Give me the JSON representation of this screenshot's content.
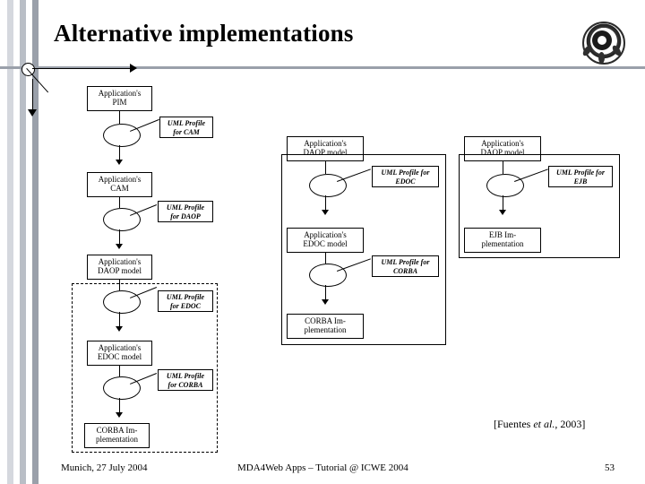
{
  "slide": {
    "title": "Alternative implementations",
    "citation_prefix": "[Fuentes ",
    "citation_italic": "et al.",
    "citation_suffix": ", 2003]",
    "logo_name": "university-seal-logo"
  },
  "footer": {
    "left": "Munich, 27 July 2004",
    "center": "MDA4Web Apps – Tutorial @ ICWE 2004",
    "page": "53"
  },
  "chain_left": {
    "nodes": [
      {
        "label": "Application's\nPIM",
        "profile": "UML Profile\nfor CAM"
      },
      {
        "label": "Application's\nCAM",
        "profile": "UML Profile\nfor DAOP"
      },
      {
        "label": "Application's\nDAOP model",
        "profile": "UML Profile\nfor EDOC"
      },
      {
        "label": "Application's\nEDOC model",
        "profile": "UML Profile\nfor CORBA"
      },
      {
        "label": "CORBA Im-\nplementation",
        "profile": ""
      }
    ]
  },
  "chain_middle": {
    "nodes": [
      {
        "label": "Application's\nDAOP model",
        "profile": "UML Profile for\nEDOC"
      },
      {
        "label": "Application's\nEDOC model",
        "profile": "UML Profile for\nCORBA"
      },
      {
        "label": "CORBA Im-\nplementation",
        "profile": ""
      }
    ]
  },
  "chain_right": {
    "nodes": [
      {
        "label": "Application's\nDAOP model",
        "profile": "UML Profile for\nEJB"
      },
      {
        "label": "EJB Im-\nplementation",
        "profile": ""
      }
    ]
  }
}
